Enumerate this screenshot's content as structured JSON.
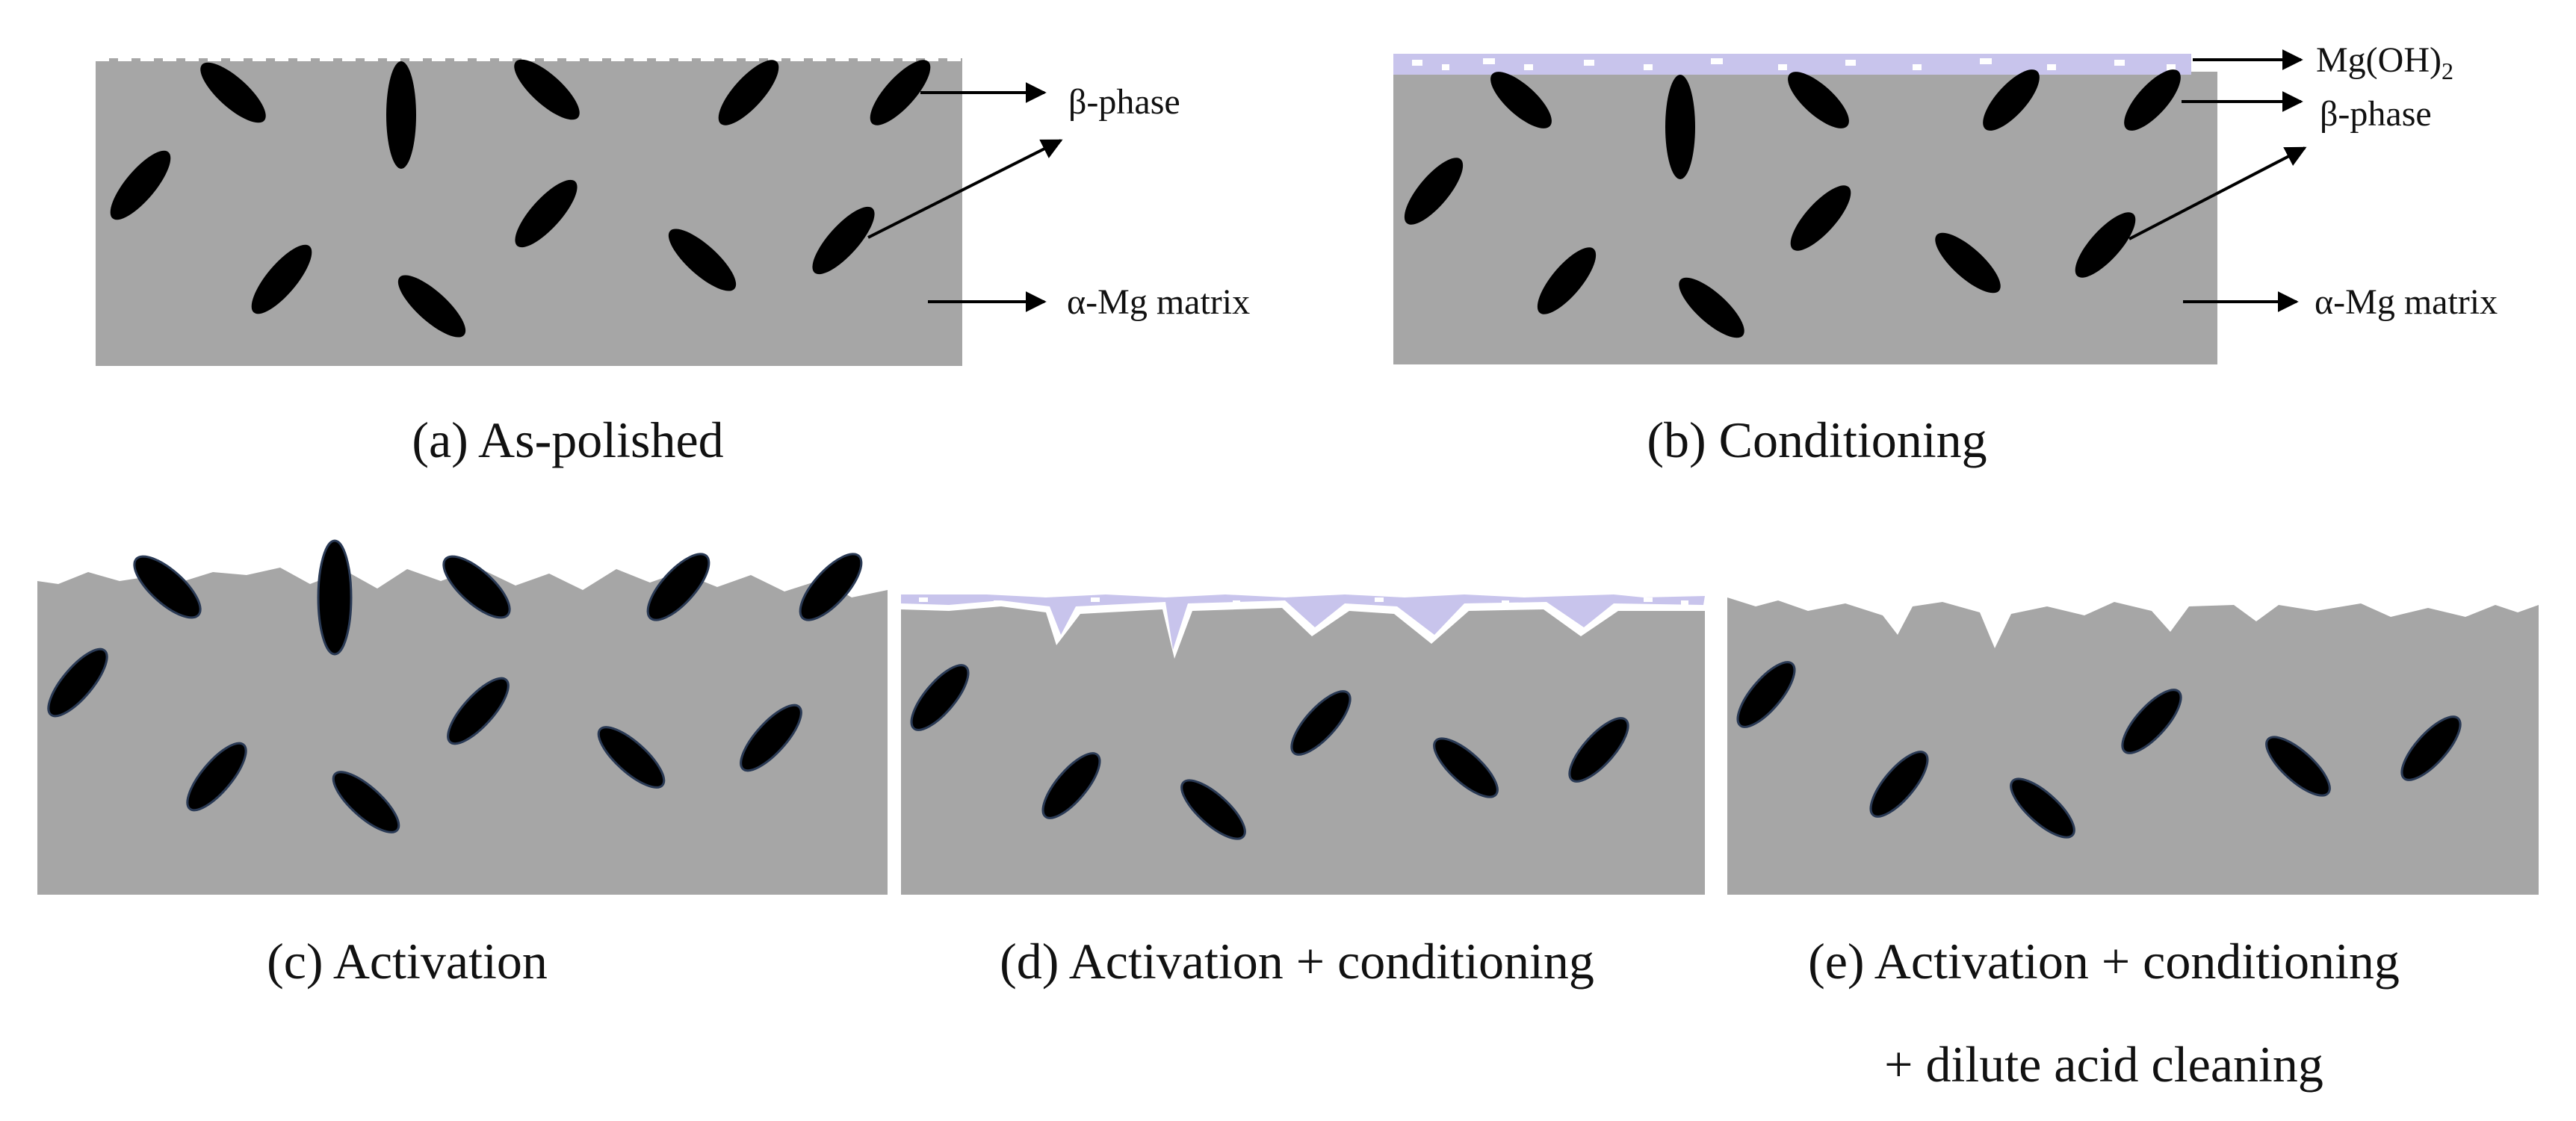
{
  "panels": [
    {
      "id": "a",
      "caption": "(a) As-polished"
    },
    {
      "id": "b",
      "caption": "(b) Conditioning"
    },
    {
      "id": "c",
      "caption": "(c) Activation"
    },
    {
      "id": "d",
      "caption": "(d) Activation + conditioning"
    },
    {
      "id": "e",
      "caption": "(e) Activation + conditioning",
      "caption_line2": "+ dilute acid cleaning"
    }
  ],
  "labels": {
    "beta_phase": "β-phase",
    "alpha_matrix": "α-Mg matrix",
    "hydroxide_base": "Mg(OH)",
    "hydroxide_sub": "2"
  },
  "colors": {
    "matrix": "#a6a6a6",
    "beta_phase": "#000000",
    "hydroxide_layer": "#c8c4ec",
    "arrow": "#000000"
  }
}
